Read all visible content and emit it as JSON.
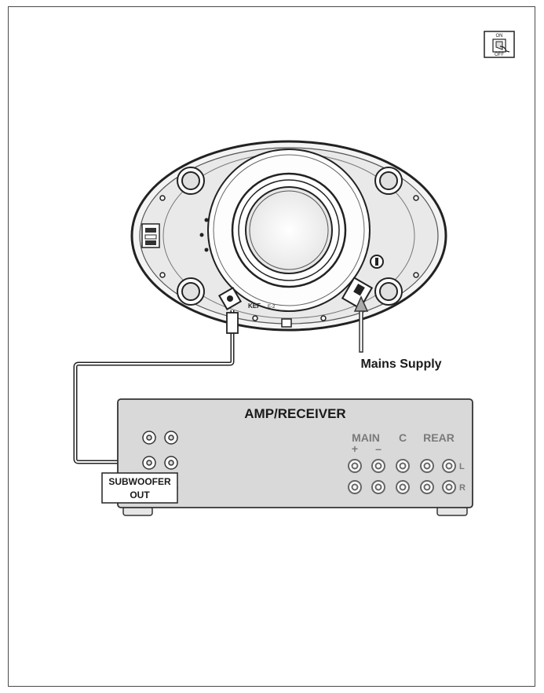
{
  "switch_icon": {
    "on_label": "ON",
    "off_label": "OFF"
  },
  "subwoofer": {
    "brand_label": "KEF",
    "model_label": "E-2"
  },
  "mains_label": "Mains Supply",
  "amp": {
    "title": "AMP/RECEIVER",
    "groups": {
      "main": "MAIN",
      "center": "C",
      "rear": "REAR"
    },
    "polarity": {
      "plus": "+",
      "minus": "–"
    },
    "channels": {
      "left": "L",
      "right": "R"
    },
    "subwoofer_out_line1": "SUBWOOFER",
    "subwoofer_out_line2": "OUT"
  },
  "colors": {
    "line": "#1a1a1a",
    "panel": "#d9d9d9",
    "speaker_body": "#f2f2f2",
    "label_text": "#7a7a7a"
  }
}
